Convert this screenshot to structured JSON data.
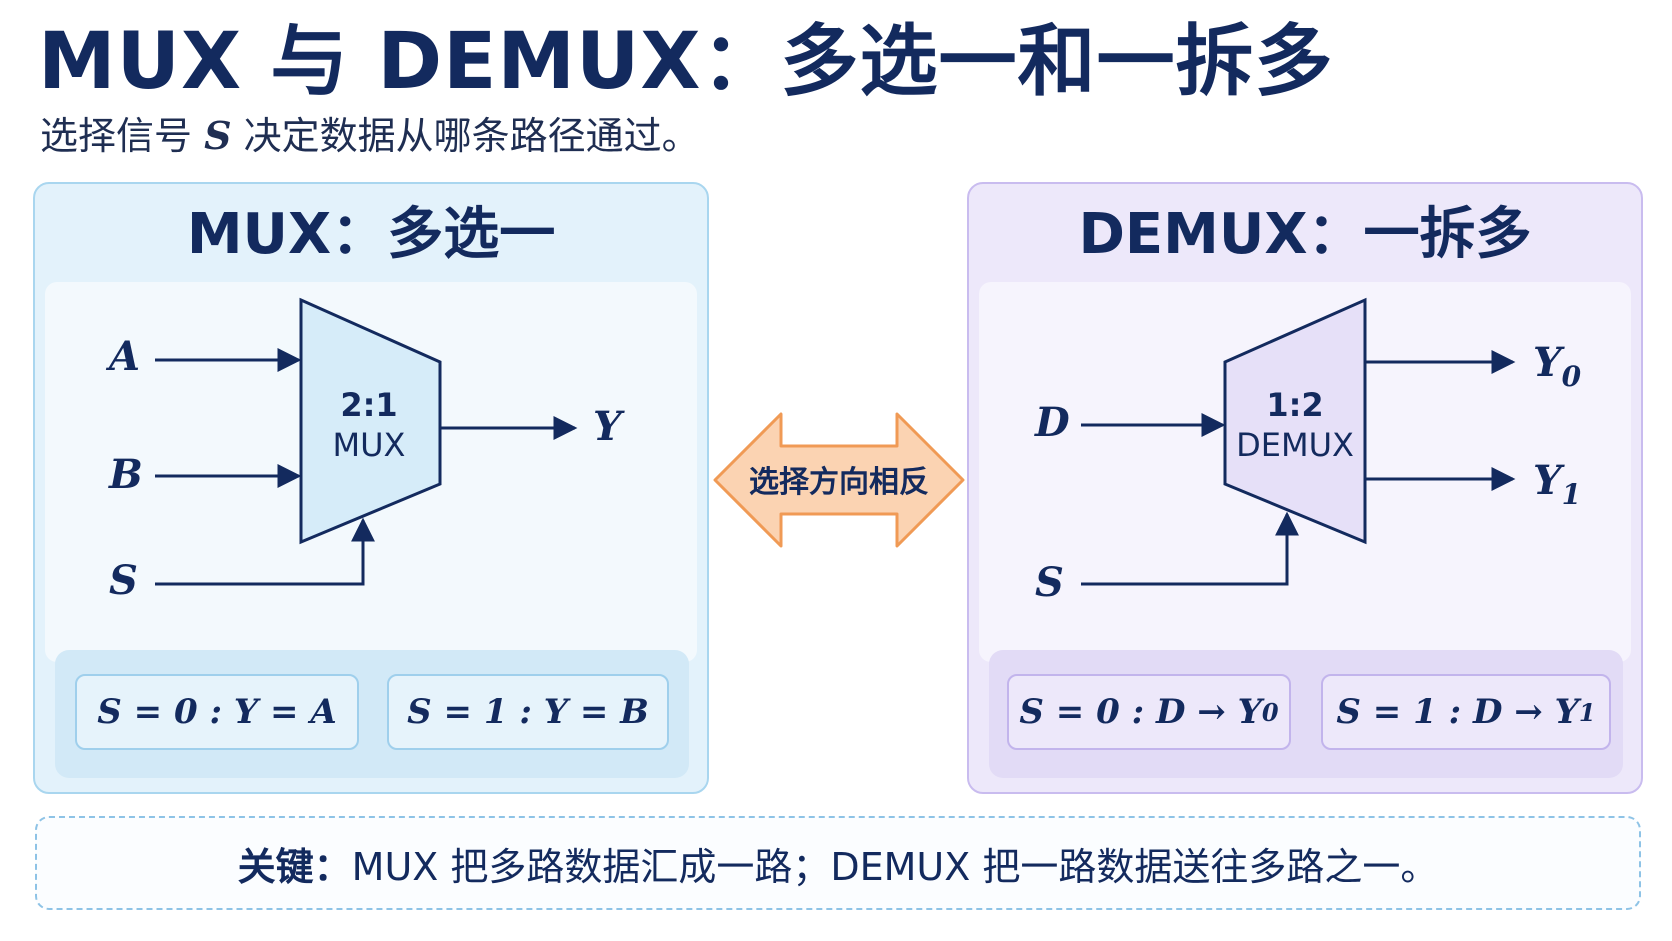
{
  "title": "MUX 与 DEMUX：多选一和一拆多",
  "subtitle": {
    "before": "选择信号 ",
    "var": "S",
    "after": " 决定数据从哪条路径通过。"
  },
  "mux": {
    "title": "MUX：多选一",
    "block_line1": "2:1",
    "block_line2": "MUX",
    "input_a": "A",
    "input_b": "B",
    "select": "S",
    "output": "Y",
    "eq1": "S = 0 :  Y = A",
    "eq2": "S = 1 :  Y = B"
  },
  "middle": {
    "label": "选择方向相反"
  },
  "demux": {
    "title": "DEMUX：一拆多",
    "block_line1": "1:2",
    "block_line2": "DEMUX",
    "input_d": "D",
    "select": "S",
    "output_y": "Y",
    "output_y0_sub": "0",
    "output_y1_sub": "1",
    "eq1": "S = 0 :  D → Y",
    "eq1_sub": "0",
    "eq2": "S = 1 :  D → Y",
    "eq2_sub": "1"
  },
  "key": {
    "label": "关键：",
    "text": "MUX 把多路数据汇成一路；DEMUX 把一路数据送往多路之一。"
  },
  "colors": {
    "navy": "#132a5e",
    "mux_fill": "#d6ecf9",
    "demux_fill": "#e6e0f8",
    "arrow_fill": "#fbd3b2",
    "arrow_stroke": "#f09a55"
  }
}
